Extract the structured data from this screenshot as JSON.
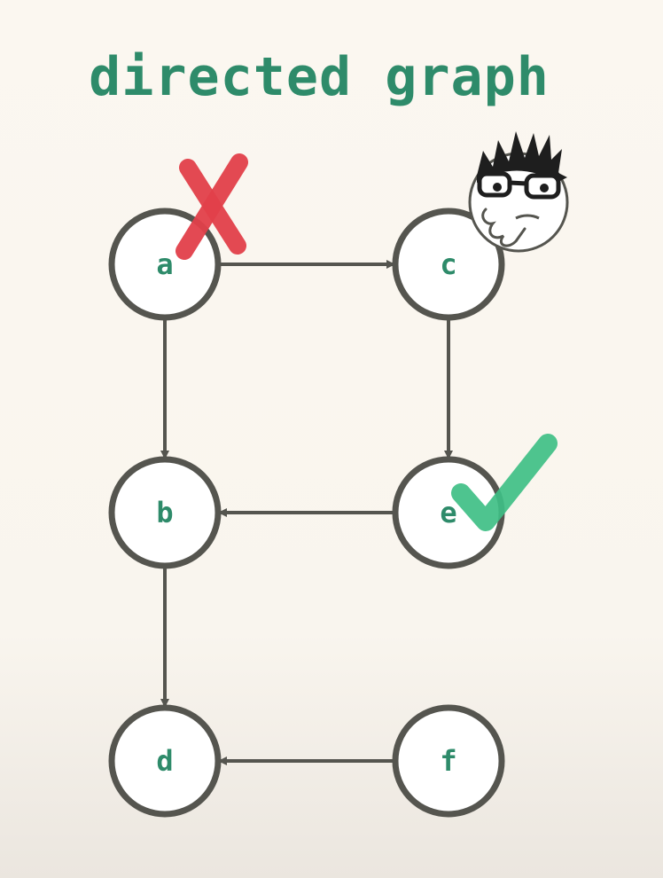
{
  "title": "directed graph",
  "colors": {
    "accent": "#2e8b6a",
    "stroke": "#55554f",
    "node_fill": "#ffffff",
    "cross": "#e2404a",
    "check": "#3fbf86",
    "background": "#fbf7f0"
  },
  "nodes": [
    {
      "id": "a",
      "label": "a"
    },
    {
      "id": "c",
      "label": "c"
    },
    {
      "id": "b",
      "label": "b"
    },
    {
      "id": "e",
      "label": "e"
    },
    {
      "id": "d",
      "label": "d"
    },
    {
      "id": "f",
      "label": "f"
    }
  ],
  "edges": [
    {
      "from": "a",
      "to": "c"
    },
    {
      "from": "a",
      "to": "b"
    },
    {
      "from": "c",
      "to": "e"
    },
    {
      "from": "e",
      "to": "b"
    },
    {
      "from": "b",
      "to": "d"
    },
    {
      "from": "f",
      "to": "d"
    }
  ],
  "marks": [
    {
      "node": "a",
      "type": "cross-icon"
    },
    {
      "node": "e",
      "type": "check-icon"
    }
  ],
  "character": {
    "near": "c",
    "icon": "thinking-face-icon"
  }
}
